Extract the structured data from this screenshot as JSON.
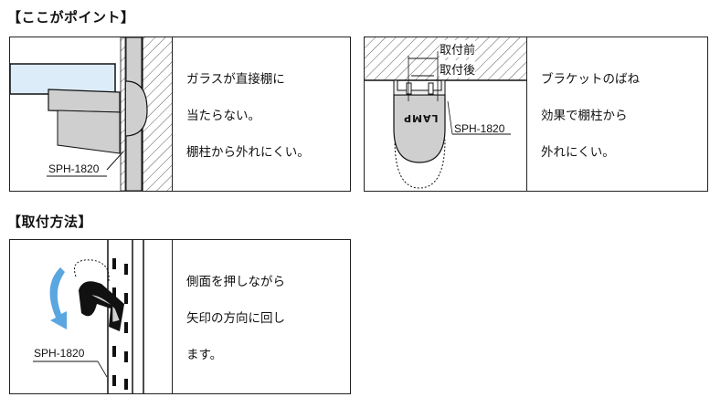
{
  "section1": {
    "heading": "【ここがポイント】",
    "panel1": {
      "part_label": "SPH-1820",
      "lines": [
        "ガラスが直接棚に",
        "当たらない。",
        "棚柱から外れにくい。"
      ]
    },
    "panel2": {
      "part_label": "SPH-1820",
      "before_label": "取付前",
      "after_label": "取付後",
      "brand_mark": "LAMP",
      "lines": [
        "ブラケットのばね",
        "効果で棚柱から",
        "外れにくい。"
      ]
    }
  },
  "section2": {
    "heading": "【取付方法】",
    "panel3": {
      "part_label": "SPH-1820",
      "lines": [
        "側面を押しながら",
        "矢印の方向に回し",
        "ます。"
      ]
    }
  },
  "colors": {
    "glass": "#dcecf8",
    "part": "#cfcfcf",
    "arrow": "#5aa6e0"
  }
}
